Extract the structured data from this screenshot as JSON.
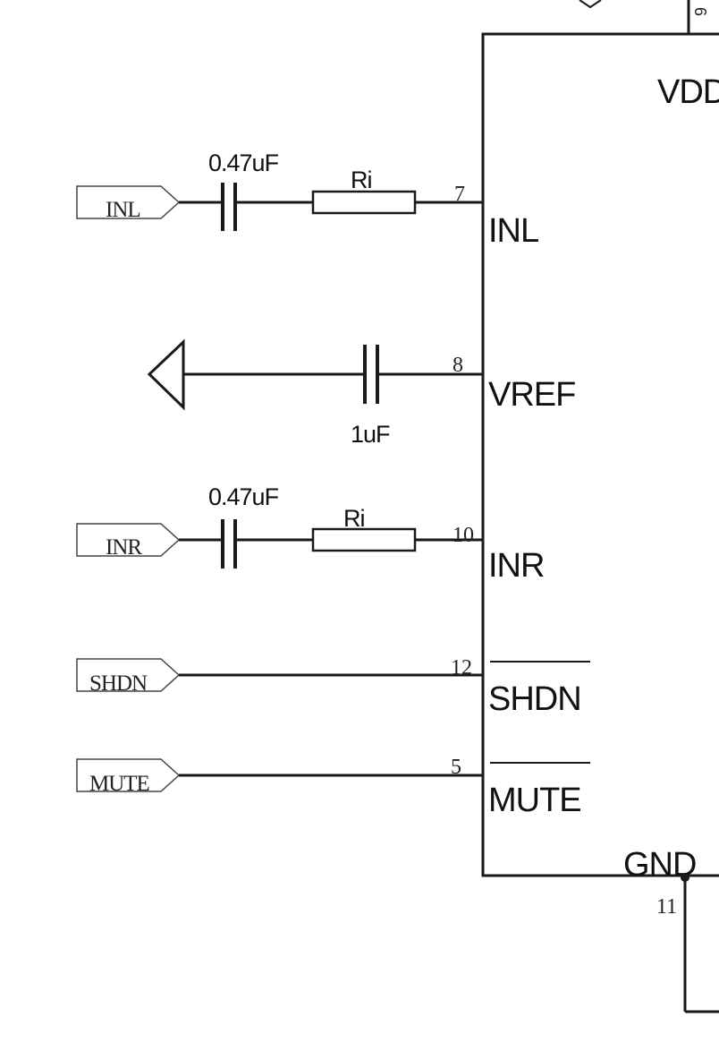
{
  "ic": {
    "pins": {
      "vdd": "VDD",
      "inl": "INL",
      "vref": "VREF",
      "inr": "INR",
      "shdn": "SHDN",
      "mute": "MUTE",
      "gnd": "GND"
    },
    "pin_numbers": {
      "top": "9",
      "inl": "7",
      "vref": "8",
      "inr": "10",
      "shdn": "12",
      "mute": "5",
      "gnd": "11"
    }
  },
  "ports": {
    "inl": "INL",
    "inr": "INR",
    "shdn": "SHDN",
    "mute": "MUTE"
  },
  "components": {
    "c_inl": "0.47uF",
    "r_inl": "Ri",
    "c_vref": "1uF",
    "c_inr": "0.47uF",
    "r_inr": "Ri"
  }
}
